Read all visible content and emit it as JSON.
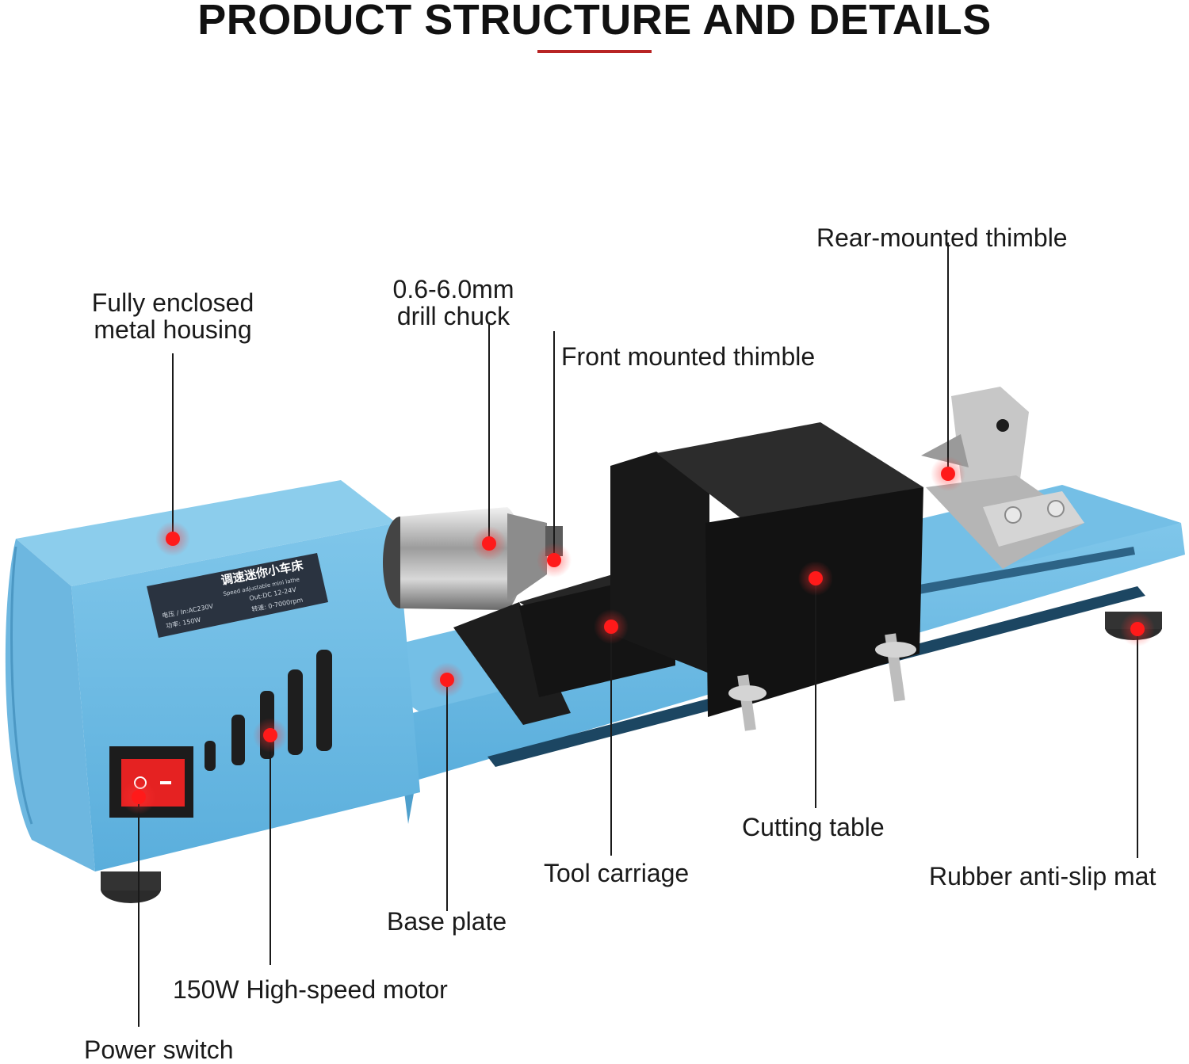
{
  "title": "PRODUCT STRUCTURE AND DETAILS",
  "accent_color": "#b82424",
  "marker_color": "#ff1a1a",
  "product": {
    "label_plate": {
      "heading": "调速迷你小车床",
      "sub": "Speed adjustable mini lathe",
      "line1": "电压 / In:AC230V",
      "line2": "Out:DC 12-24V",
      "line3": "功率: 150W",
      "line4": "转速: 0-7000rpm"
    }
  },
  "callouts": {
    "housing_l1": "Fully enclosed",
    "housing_l2": "metal housing",
    "chuck_l1": "0.6-6.0mm",
    "chuck_l2": "drill chuck",
    "front_thimble": "Front mounted thimble",
    "rear_thimble": "Rear-mounted thimble",
    "cutting_table": "Cutting table",
    "tool_carriage": "Tool carriage",
    "rubber_mat": "Rubber anti-slip mat",
    "base_plate": "Base plate",
    "motor": "150W High-speed motor",
    "power_switch": "Power switch"
  }
}
